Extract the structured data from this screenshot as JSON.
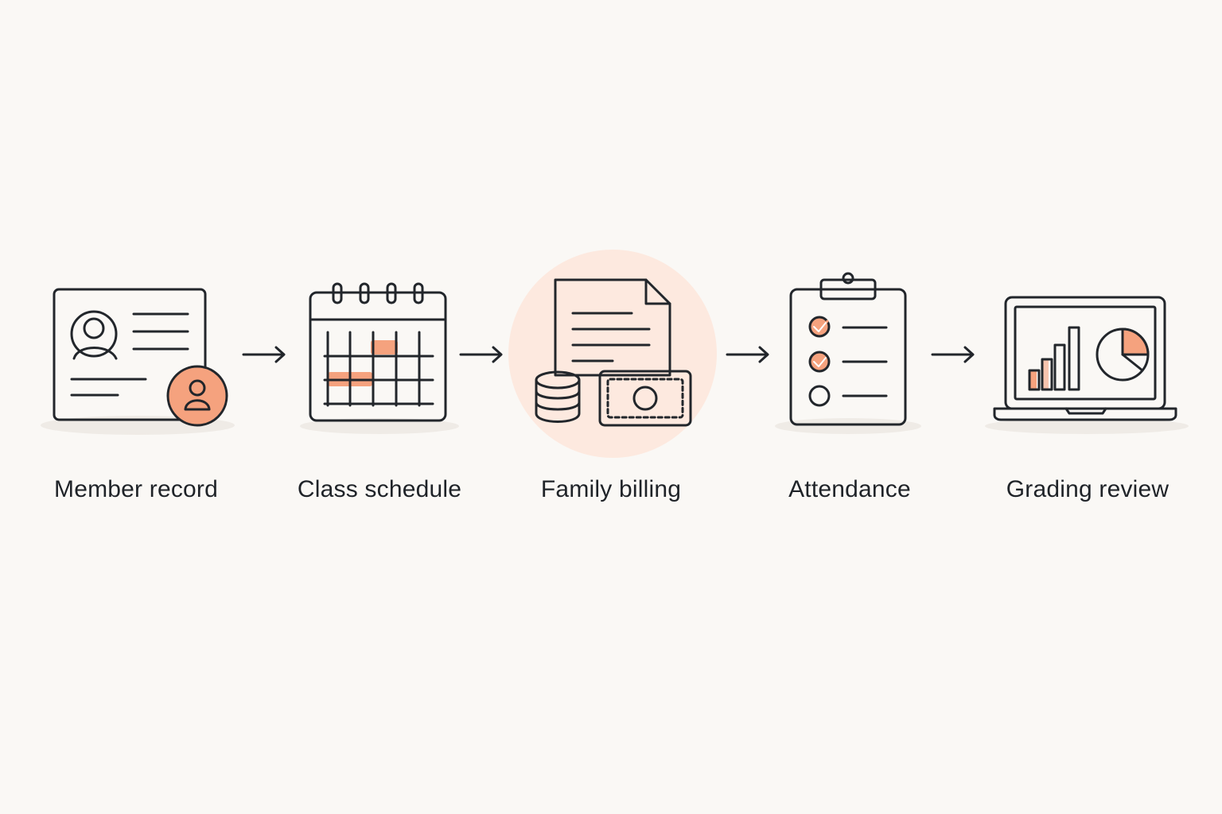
{
  "steps": [
    {
      "label": "Member record",
      "icon": "member-card-icon",
      "highlighted": false
    },
    {
      "label": "Class schedule",
      "icon": "calendar-icon",
      "highlighted": false
    },
    {
      "label": "Family billing",
      "icon": "billing-icon",
      "highlighted": true
    },
    {
      "label": "Attendance",
      "icon": "clipboard-checklist-icon",
      "highlighted": false
    },
    {
      "label": "Grading review",
      "icon": "laptop-chart-icon",
      "highlighted": false
    }
  ],
  "colors": {
    "background": "#faf8f5",
    "line": "#22262b",
    "accent": "#f5a27e",
    "accent_soft": "#fde9df"
  }
}
